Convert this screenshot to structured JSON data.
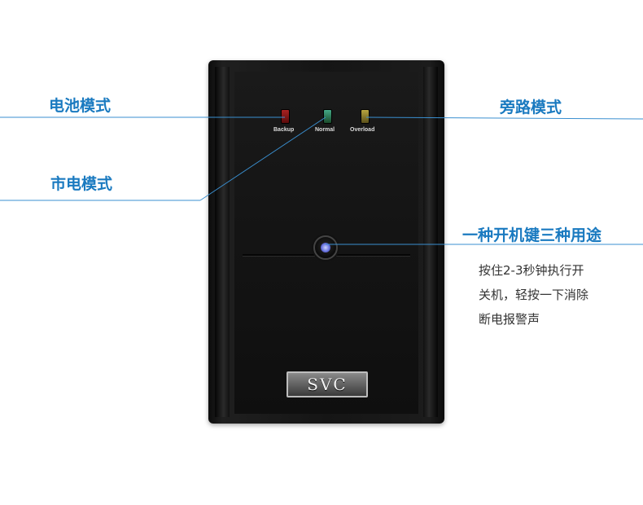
{
  "leds": {
    "backup": {
      "label": "Backup",
      "color": "#a22222"
    },
    "normal": {
      "label": "Normal",
      "color": "#44aa88"
    },
    "overload": {
      "label": "Overload",
      "color": "#b9a640"
    }
  },
  "logo": {
    "text": "SVC"
  },
  "callouts": {
    "battery_mode": "电池模式",
    "mains_mode": "市电模式",
    "bypass_mode": "旁路模式",
    "one_key_three_uses": "一种开机键三种用途"
  },
  "description": {
    "line1": "按住2-3秒钟执行开",
    "line2": "关机，轻按一下消除",
    "line3": "断电报警声"
  },
  "colors": {
    "accent": "#1a7ac0",
    "body": "#151515",
    "button_glow": "#6a74e0"
  }
}
